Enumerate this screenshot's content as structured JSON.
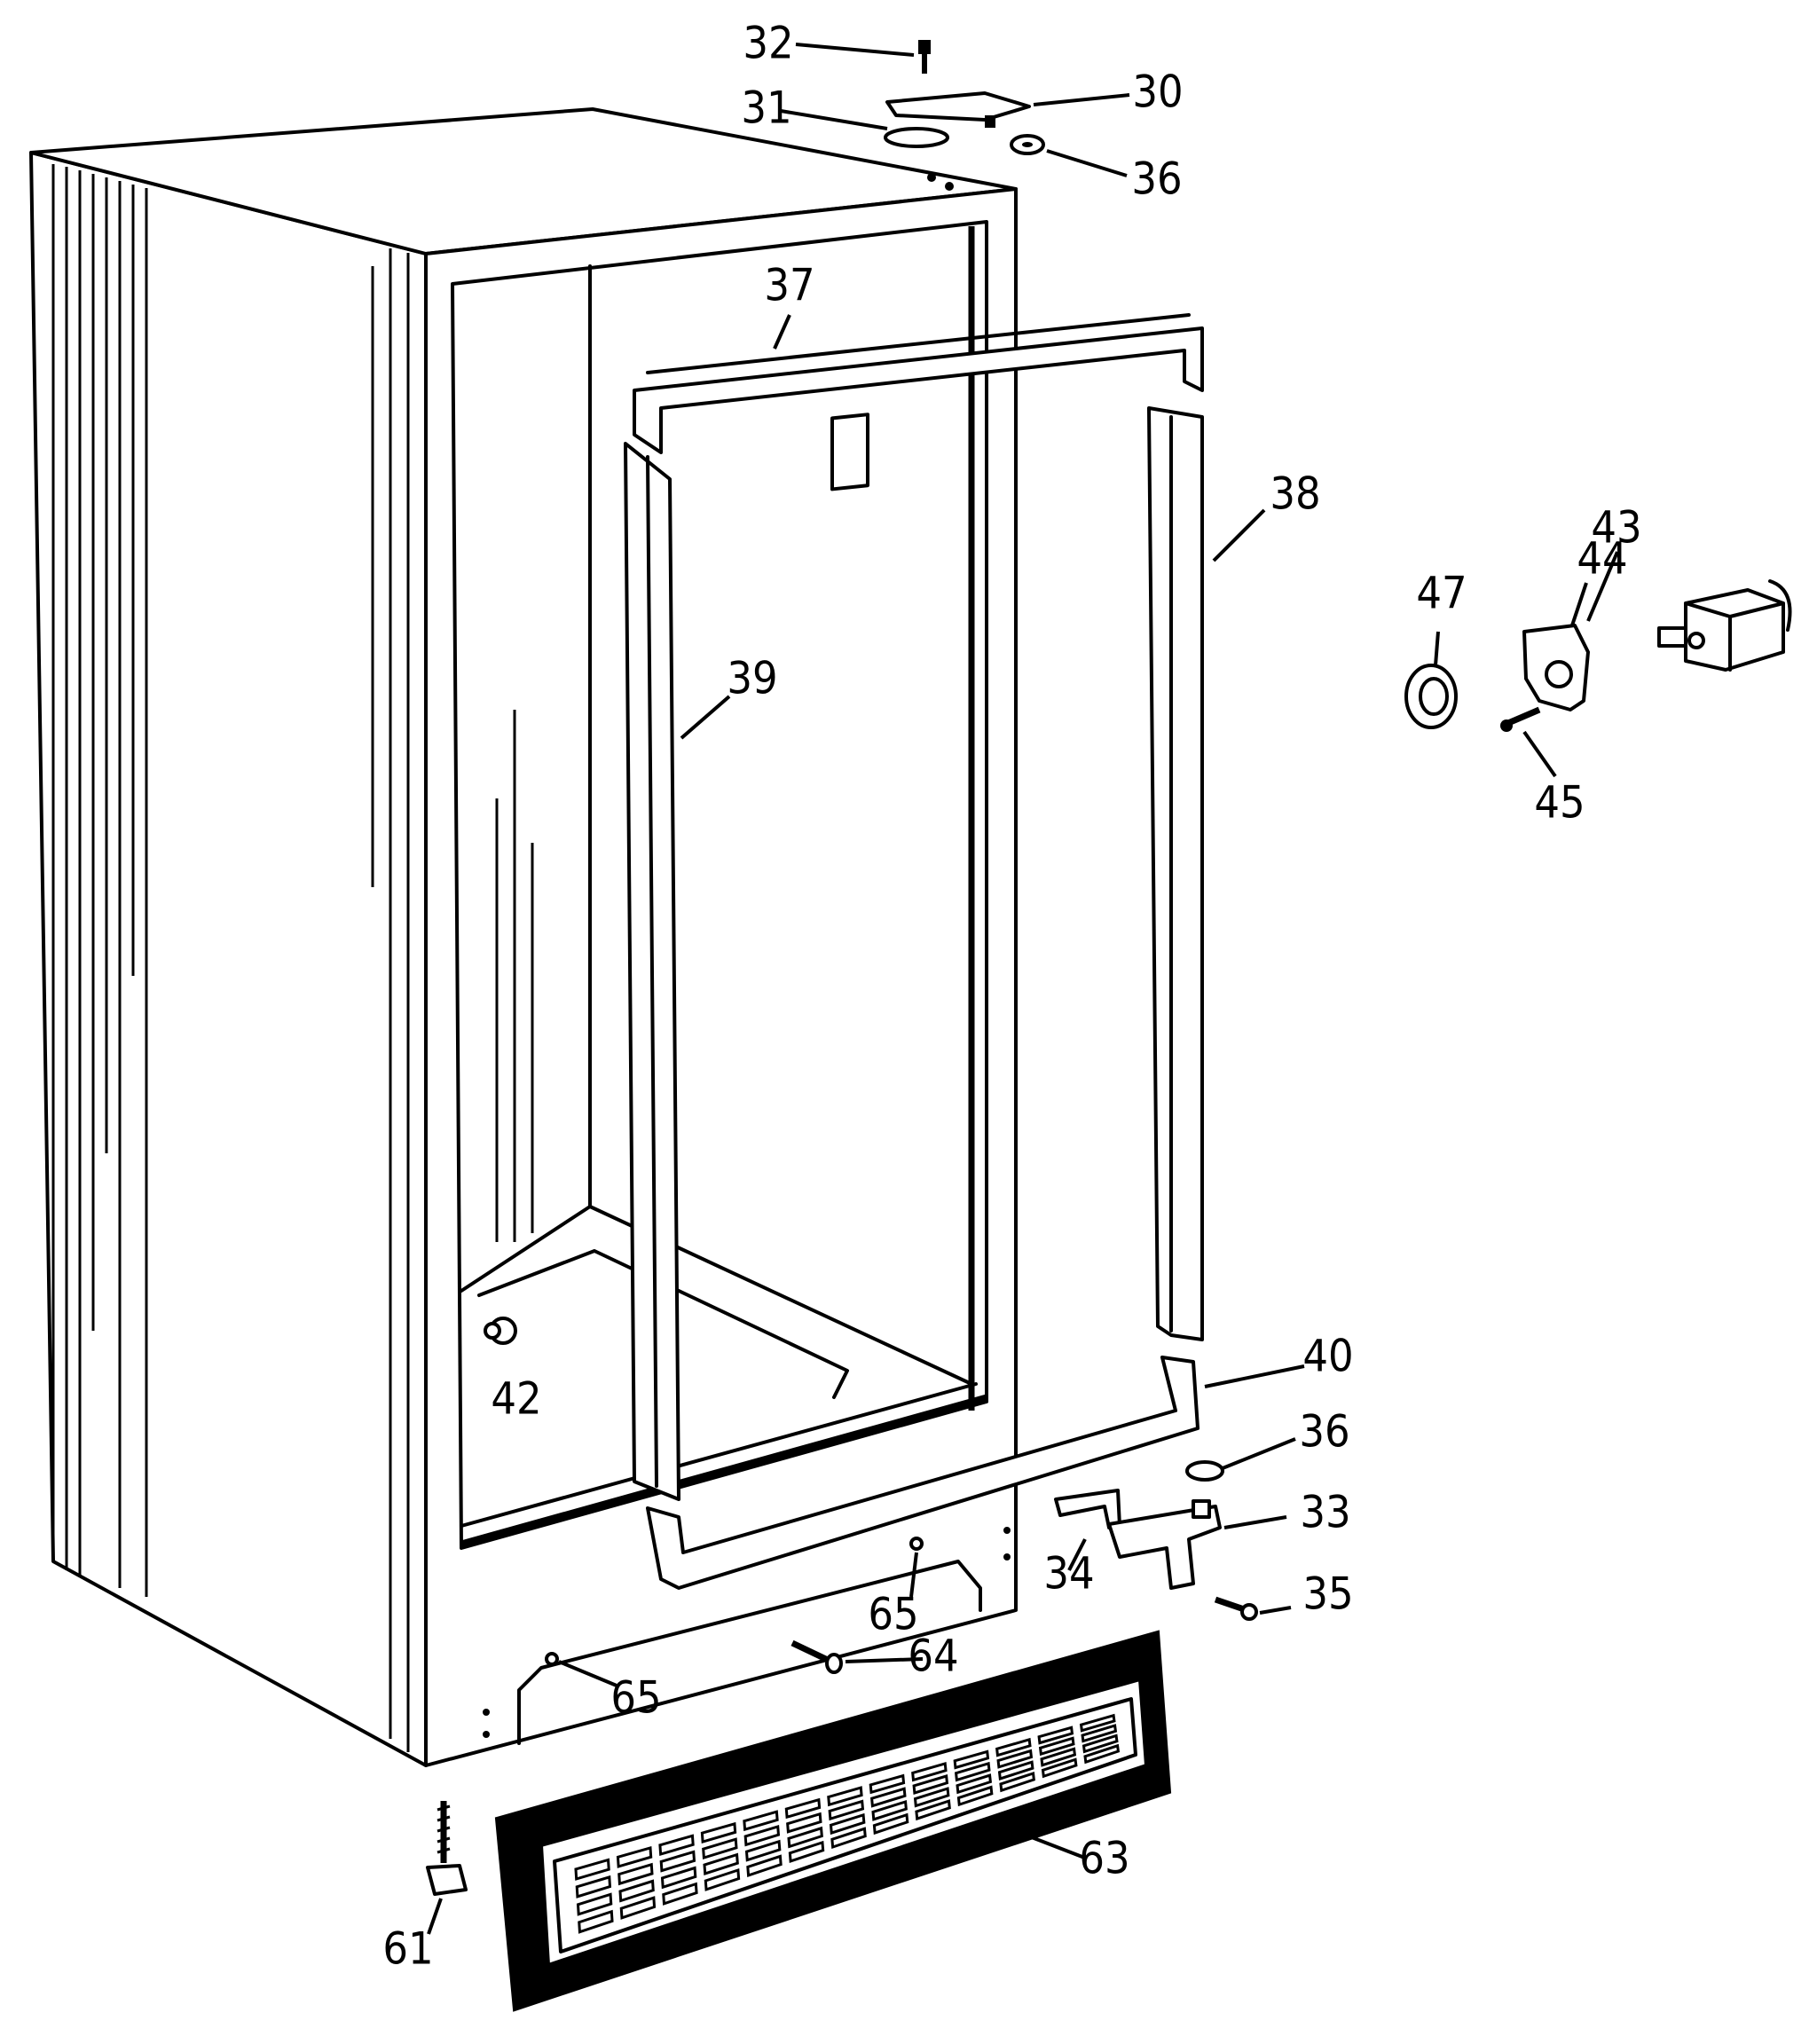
{
  "parts": [
    {
      "id": "p30",
      "label": "30"
    },
    {
      "id": "p31",
      "label": "31"
    },
    {
      "id": "p32",
      "label": "32"
    },
    {
      "id": "p33",
      "label": "33"
    },
    {
      "id": "p34",
      "label": "34"
    },
    {
      "id": "p35",
      "label": "35"
    },
    {
      "id": "p36a",
      "label": "36"
    },
    {
      "id": "p36b",
      "label": "36"
    },
    {
      "id": "p37",
      "label": "37"
    },
    {
      "id": "p38",
      "label": "38"
    },
    {
      "id": "p39",
      "label": "39"
    },
    {
      "id": "p40",
      "label": "40"
    },
    {
      "id": "p42",
      "label": "42"
    },
    {
      "id": "p43",
      "label": "43"
    },
    {
      "id": "p44",
      "label": "44"
    },
    {
      "id": "p45",
      "label": "45"
    },
    {
      "id": "p47",
      "label": "47"
    },
    {
      "id": "p61",
      "label": "61"
    },
    {
      "id": "p63",
      "label": "63"
    },
    {
      "id": "p64",
      "label": "64"
    },
    {
      "id": "p65a",
      "label": "65"
    },
    {
      "id": "p65b",
      "label": "65"
    }
  ]
}
